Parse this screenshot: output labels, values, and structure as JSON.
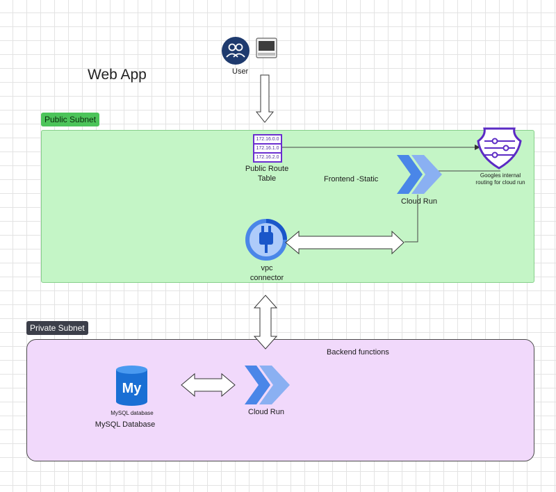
{
  "diagram": {
    "title": "Web App",
    "user": {
      "label": "User"
    },
    "public_subnet": {
      "tag": "Public Subnet",
      "route_table": {
        "label_line1": "Public Route",
        "label_line2": "Table",
        "routes": [
          "172.16.0.0",
          "172.16.1.0",
          "172.16.2.0"
        ]
      },
      "frontend_label": "Frontend -Static",
      "cloud_run_label": "Cloud Run",
      "internal_routing": {
        "line1": "Googles internal",
        "line2": "routing for cloud run"
      },
      "vpc_connector": {
        "line1": "vpc",
        "line2": "connector"
      }
    },
    "private_subnet": {
      "tag": "Private Subnet",
      "backend_label": "Backend functions",
      "mysql_icon_caption": "MySQL database",
      "mysql_label": "MySQL Database",
      "cloud_run_label": "Cloud Run"
    },
    "colors": {
      "public_fill": "#c4f5c6",
      "private_fill": "#f1d9fb",
      "cloud_run_blue": "#4a86e8",
      "navy": "#1e3a6e",
      "purple": "#6a2ecf"
    },
    "icons": [
      "users-icon",
      "laptop-icon",
      "route-table-icon",
      "cloud-run-icon",
      "router-shield-icon",
      "vpc-connector-icon",
      "mysql-icon"
    ]
  }
}
